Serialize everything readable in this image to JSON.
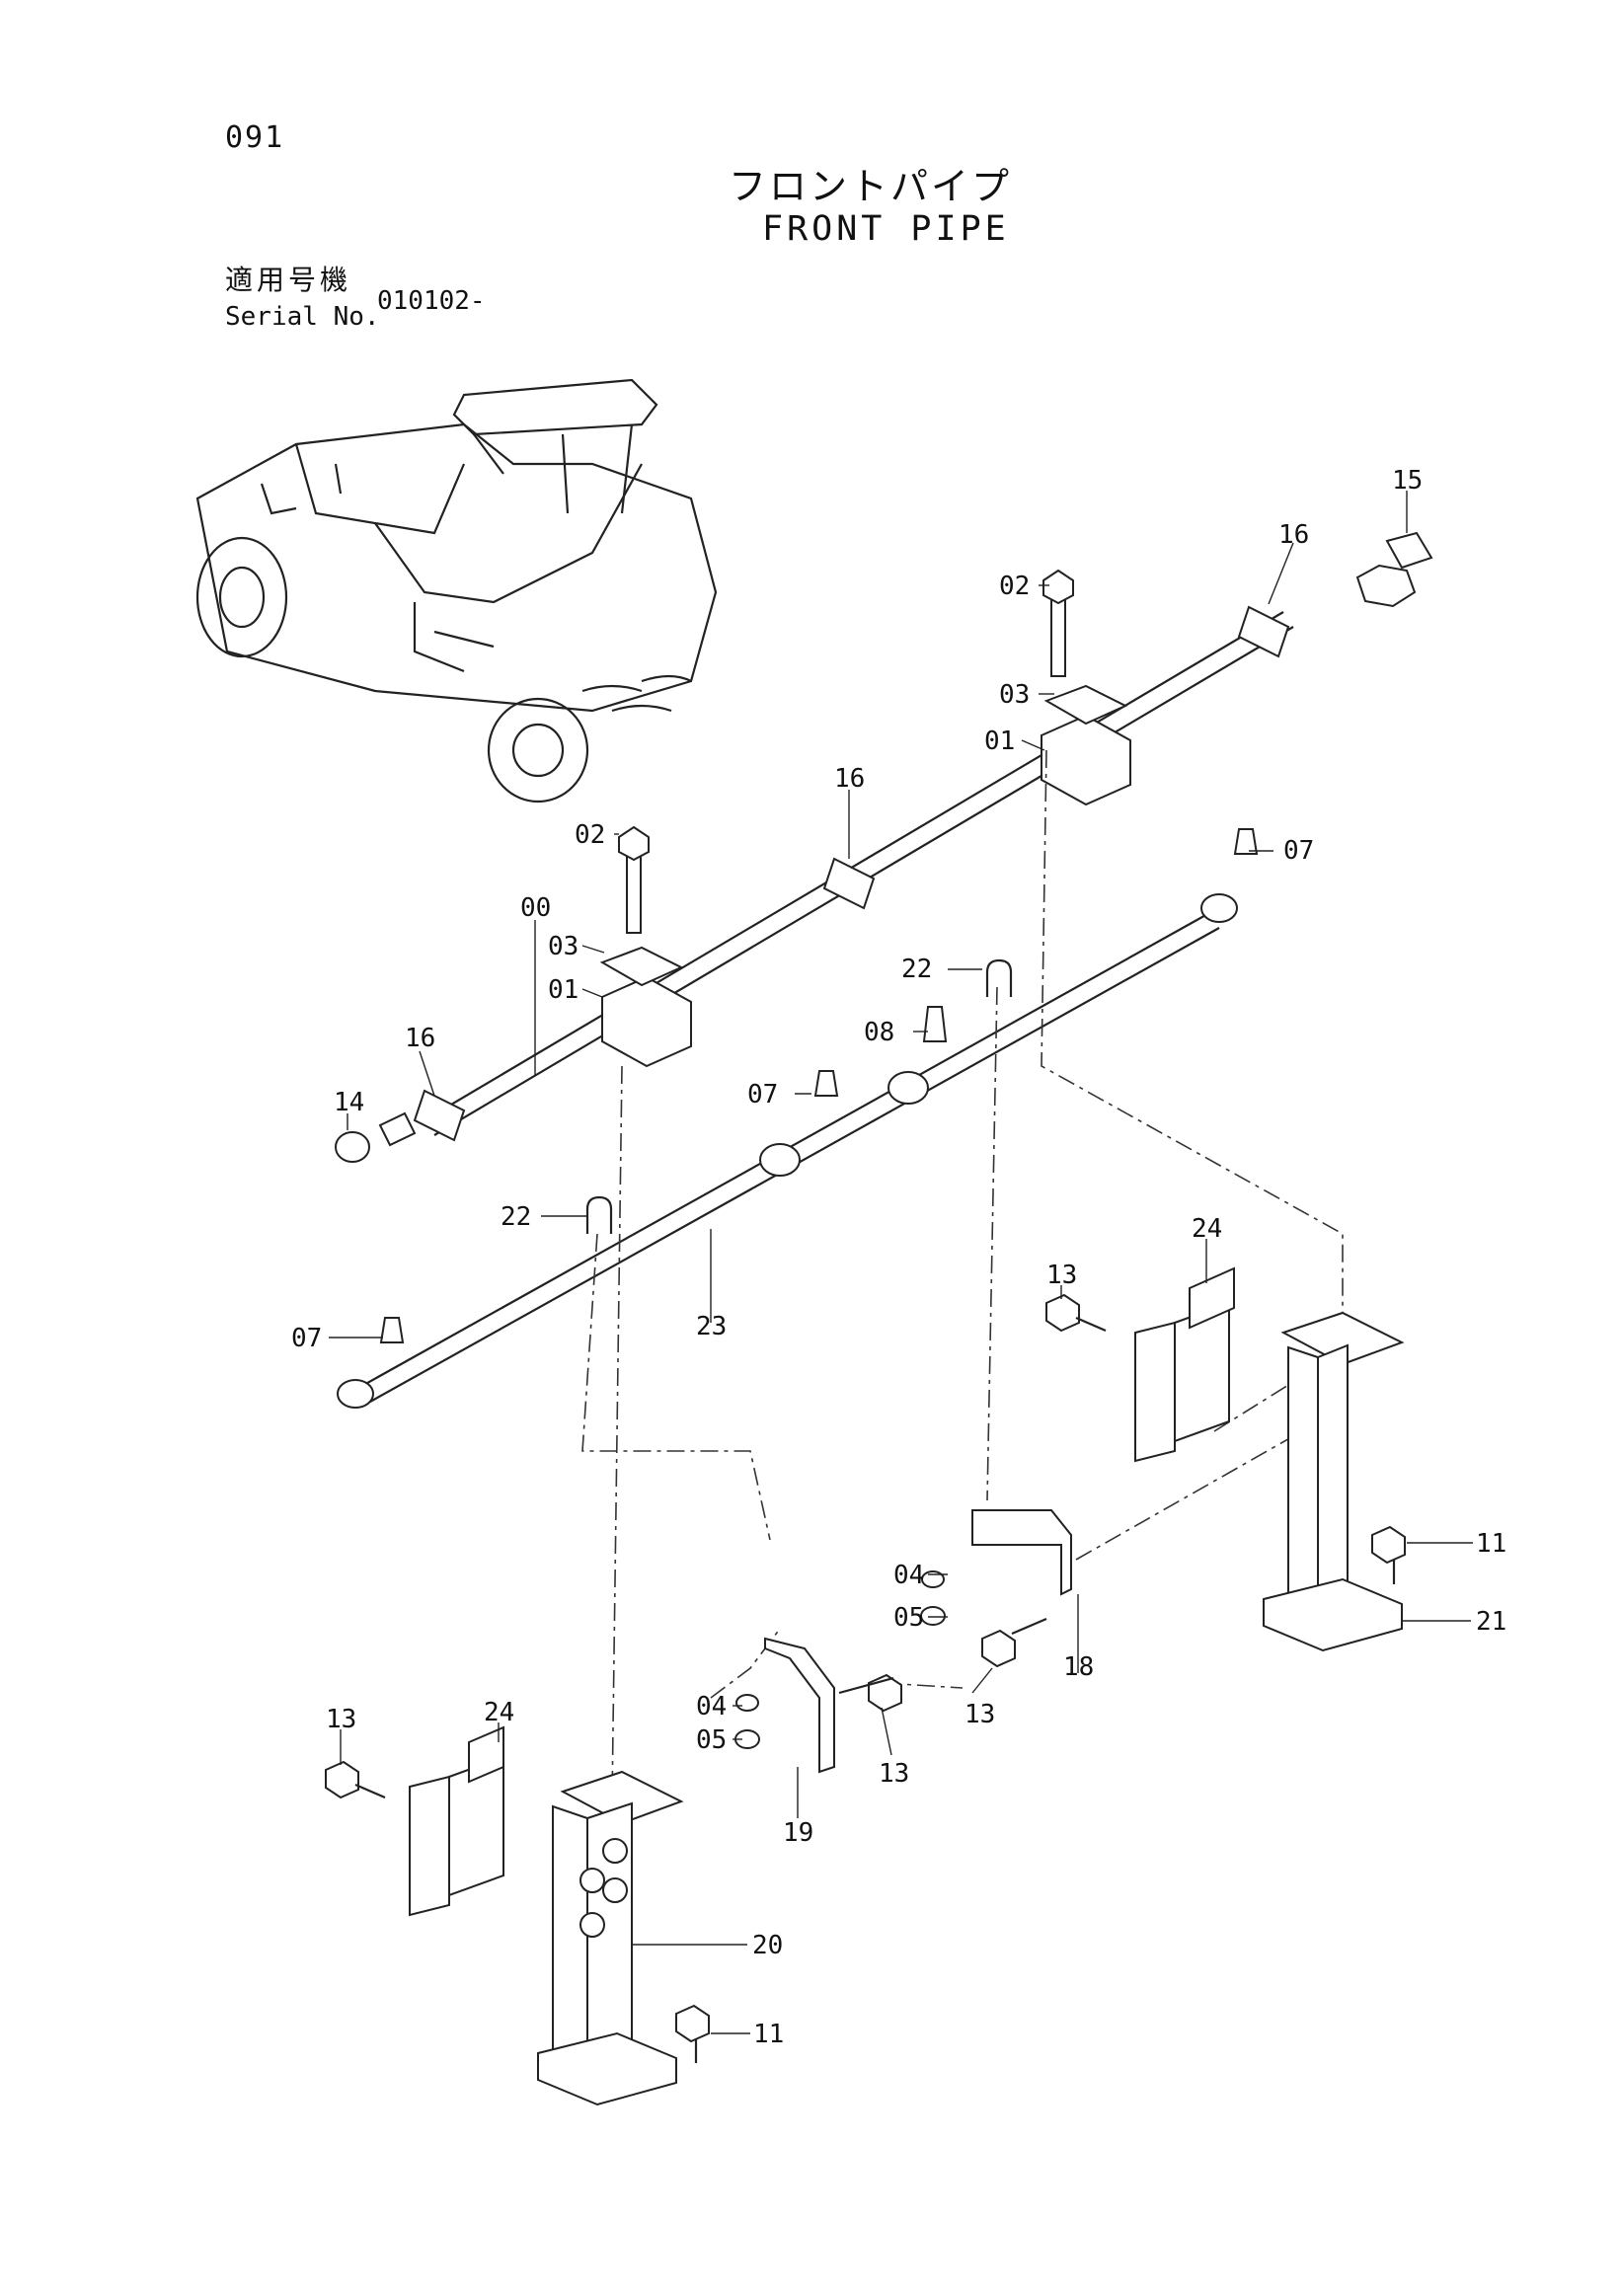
{
  "page_number": "091",
  "title_jp": "フロントパイプ",
  "title_en": "FRONT PIPE",
  "serial_label_jp": "適用号機",
  "serial_label_en": "Serial No.",
  "serial_value": "010102-",
  "callouts": {
    "c00": "00",
    "c01a": "01",
    "c01b": "01",
    "c02a": "02",
    "c02b": "02",
    "c03a": "03",
    "c03b": "03",
    "c04a": "04",
    "c04b": "04",
    "c05a": "05",
    "c05b": "05",
    "c07a": "07",
    "c07b": "07",
    "c07c": "07",
    "c08": "08",
    "c11a": "11",
    "c11b": "11",
    "c13a": "13",
    "c13b": "13",
    "c13c": "13",
    "c13d": "13",
    "c14": "14",
    "c15": "15",
    "c16a": "16",
    "c16b": "16",
    "c16c": "16",
    "c18": "18",
    "c19": "19",
    "c20": "20",
    "c21": "21",
    "c22a": "22",
    "c22b": "22",
    "c23": "23",
    "c24a": "24",
    "c24b": "24"
  }
}
